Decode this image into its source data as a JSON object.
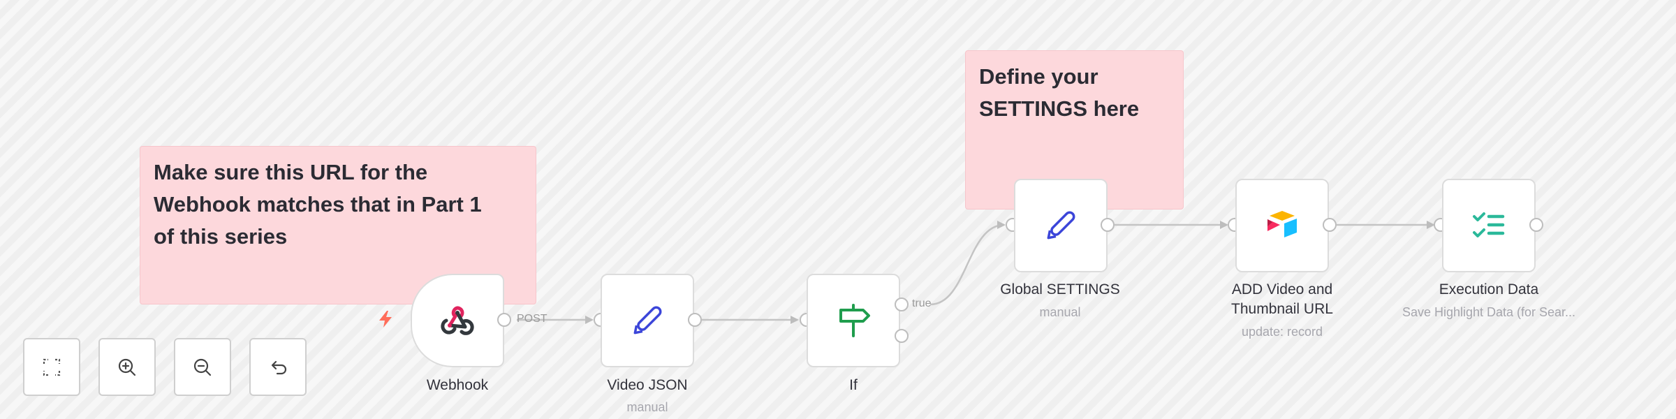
{
  "canvas": {
    "background": "#f4f4f4"
  },
  "sticky_notes": [
    {
      "lines": [
        "Make sure this URL for the",
        "Webhook matches that in Part 1",
        "of this series"
      ],
      "color": "#fdd8dc"
    },
    {
      "lines": [
        "Define your",
        "SETTINGS here"
      ],
      "color": "#fdd8dc"
    }
  ],
  "nodes": [
    {
      "id": "webhook",
      "name": "Webhook",
      "subtitle": "",
      "icon": "webhook-icon",
      "trigger": true,
      "icon_color": "#e0245e"
    },
    {
      "id": "video_json",
      "name": "Video JSON",
      "subtitle": "manual",
      "icon": "pen-icon",
      "icon_color": "#3b45d9"
    },
    {
      "id": "if",
      "name": "If",
      "subtitle": "",
      "icon": "signpost-icon",
      "icon_color": "#1f9d4d"
    },
    {
      "id": "global_settings",
      "name": "Global SETTINGS",
      "subtitle": "manual",
      "icon": "pen-icon",
      "icon_color": "#3b45d9"
    },
    {
      "id": "airtable",
      "name_lines": [
        "ADD Video and",
        "Thumbnail URL"
      ],
      "subtitle": "update: record",
      "icon": "airtable-icon"
    },
    {
      "id": "execution_data",
      "name": "Execution Data",
      "subtitle": "Save Highlight Data (for Sear...",
      "icon": "checklist-icon",
      "icon_color": "#2bb99a"
    }
  ],
  "edges": [
    {
      "from": "webhook",
      "to": "video_json",
      "label": "POST"
    },
    {
      "from": "video_json",
      "to": "if",
      "label": ""
    },
    {
      "from": "if",
      "to": "global_settings",
      "label": "true"
    },
    {
      "from": "global_settings",
      "to": "airtable",
      "label": ""
    },
    {
      "from": "airtable",
      "to": "execution_data",
      "label": ""
    }
  ],
  "trigger_badge": {
    "icon": "bolt-icon",
    "color": "#ff6d5a"
  },
  "controls": [
    {
      "id": "fit",
      "icon": "fit-view-icon",
      "label": "Zoom to fit"
    },
    {
      "id": "zoom_in",
      "icon": "zoom-in-icon",
      "label": "Zoom in"
    },
    {
      "id": "zoom_out",
      "icon": "zoom-out-icon",
      "label": "Zoom out"
    },
    {
      "id": "reset",
      "icon": "undo-icon",
      "label": "Reset zoom"
    }
  ]
}
